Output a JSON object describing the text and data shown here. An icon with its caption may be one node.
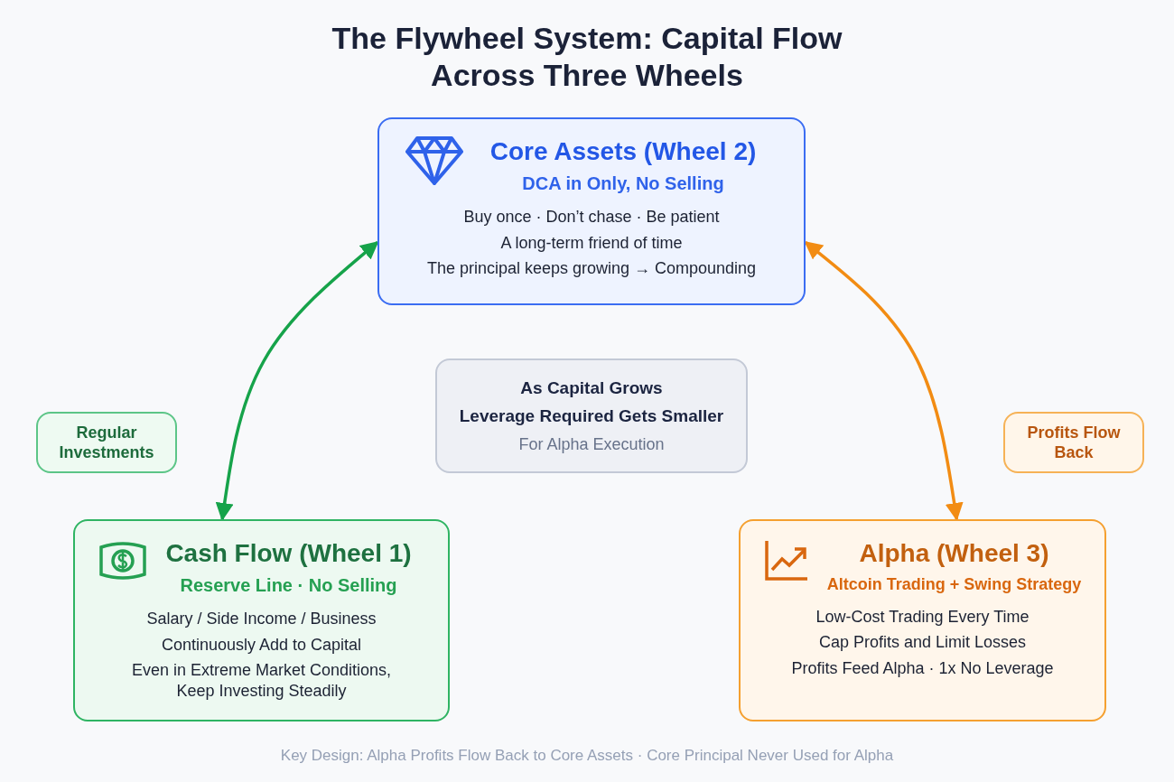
{
  "diagram": {
    "title": "The Flywheel System: Capital Flow Across Three Wheels",
    "caption": "Key Design: Alpha Profits Flow Back to Core Assets · Core Principal Never Used for Alpha",
    "nodes": [
      {
        "text": [
          "Core Assets (Wheel 2)",
          "DCA in Only, No Selling",
          "Buy once · Don’t chase · Be patient",
          "A long-term friend of time",
          "The principal keeps growing → Compounding"
        ]
      },
      {
        "text": [
          "As Capital Grows",
          "Leverage Required Gets Smaller",
          "For Alpha Execution"
        ]
      },
      {
        "text": [
          "Regular Investments"
        ]
      },
      {
        "text": [
          "Profits Flow Back"
        ]
      },
      {
        "text": [
          "Cash Flow (Wheel 1)",
          "Reserve Line · No Selling",
          "Salary / Side Income / Business",
          "Continuously Add to Capital",
          "Even in Extreme Market Conditions, Keep Investing Steadily"
        ]
      },
      {
        "text": [
          "Alpha (Wheel 3)",
          "Altcoin Trading + Swing Strategy",
          "Low-Cost Trading Every Time",
          "Cap Profits and Limit Losses",
          "Profits Feed Alpha · 1x No Leverage"
        ]
      }
    ],
    "edges": [
      {
        "from": 4,
        "to": 0,
        "arrow": "both",
        "color": "#16a34a"
      },
      {
        "from": 0,
        "to": 5,
        "arrow": "both",
        "color": "#f28c13"
      }
    ]
  }
}
